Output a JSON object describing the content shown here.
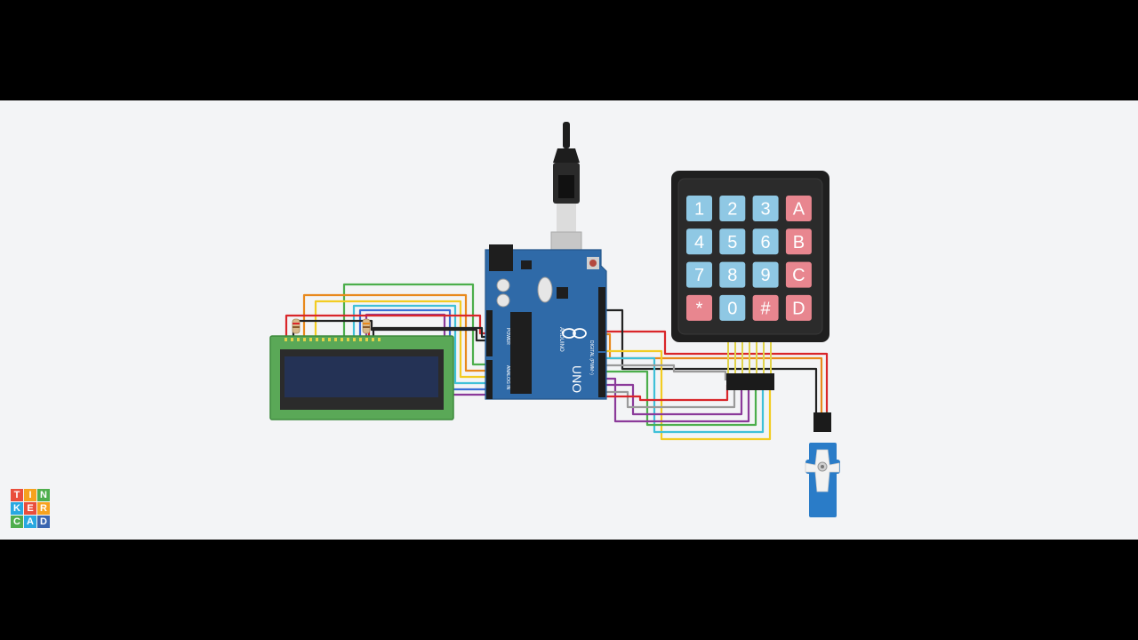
{
  "keypad": {
    "keys": [
      {
        "label": "1",
        "kind": "digit"
      },
      {
        "label": "2",
        "kind": "digit"
      },
      {
        "label": "3",
        "kind": "digit"
      },
      {
        "label": "A",
        "kind": "letter"
      },
      {
        "label": "4",
        "kind": "digit"
      },
      {
        "label": "5",
        "kind": "digit"
      },
      {
        "label": "6",
        "kind": "digit"
      },
      {
        "label": "B",
        "kind": "letter"
      },
      {
        "label": "7",
        "kind": "digit"
      },
      {
        "label": "8",
        "kind": "digit"
      },
      {
        "label": "9",
        "kind": "digit"
      },
      {
        "label": "C",
        "kind": "letter"
      },
      {
        "label": "*",
        "kind": "letter"
      },
      {
        "label": "0",
        "kind": "digit"
      },
      {
        "label": "#",
        "kind": "letter"
      },
      {
        "label": "D",
        "kind": "letter"
      }
    ],
    "digit_color": "#8fc8e4",
    "letter_color": "#e8868f"
  },
  "arduino": {
    "model": "UNO",
    "brand": "ARDUINO",
    "analog_label": "ANALOG IN",
    "power_label": "POWER",
    "digital_label": "DIGITAL (PWM~)",
    "board_color": "#2f6aa8"
  },
  "logo": {
    "letters": [
      "T",
      "I",
      "N",
      "K",
      "E",
      "R",
      "C",
      "A",
      "D"
    ],
    "colors": [
      "#e94e3c",
      "#f6a21e",
      "#4fae4d",
      "#29a8e0",
      "#e94e3c",
      "#f6a21e",
      "#4fae4d",
      "#29a8e0",
      "#3b66b0"
    ]
  },
  "wire_colors": {
    "red": "#d9262a",
    "black": "#222222",
    "green": "#4cae4c",
    "orange": "#e8891c",
    "purple": "#8b3a9a",
    "blue": "#3a6fd8",
    "cyan": "#3fc0d8",
    "yellow": "#f2cc22",
    "gray": "#9a9a9a",
    "brown": "#8a5a2b"
  }
}
